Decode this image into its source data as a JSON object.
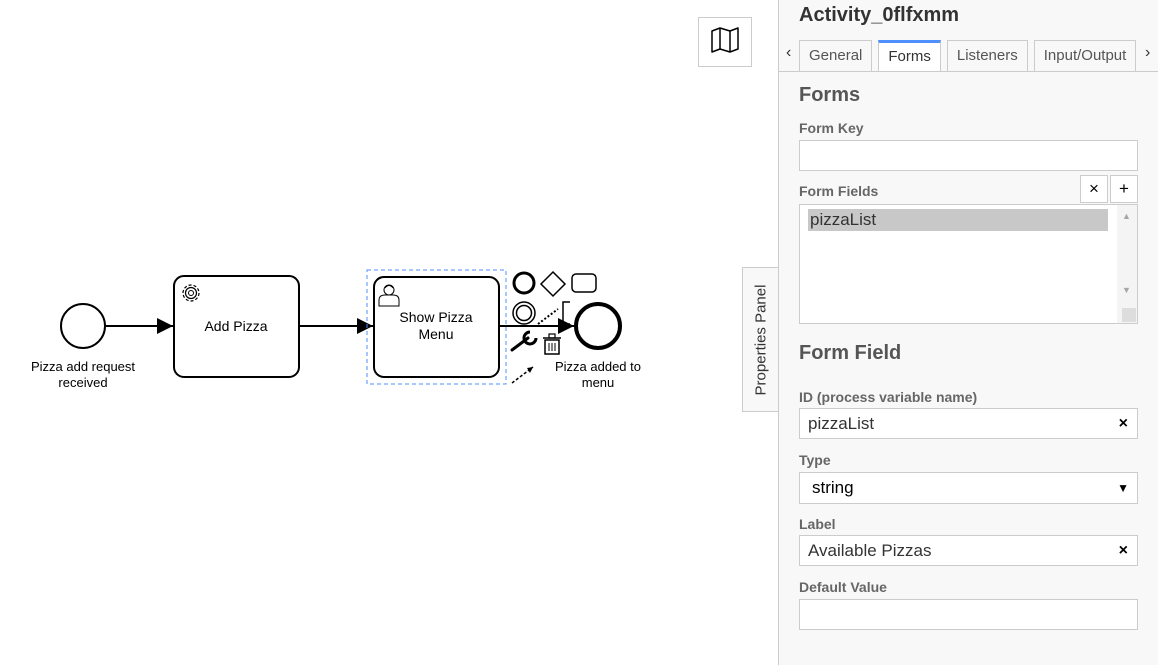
{
  "diagram": {
    "start_event_label_1": "Pizza add request",
    "start_event_label_2": "received",
    "task_service_label": "Add Pizza",
    "task_user_label_1": "Show Pizza",
    "task_user_label_2": "Menu",
    "end_event_label_1": "Pizza added to",
    "end_event_label_2": "menu"
  },
  "properties_toggle_label": "Properties Panel",
  "panel": {
    "title": "Activity_0flfxmm",
    "tab_prev": "‹",
    "tab_next": "›",
    "tabs": [
      {
        "label": "General"
      },
      {
        "label": "Forms"
      },
      {
        "label": "Listeners"
      },
      {
        "label": "Input/Output"
      }
    ],
    "active_tab": "Forms",
    "forms_title": "Forms",
    "form_key_label": "Form Key",
    "form_key_value": "",
    "form_fields_label": "Form Fields",
    "remove_button": "×",
    "add_button": "+",
    "form_fields": [
      "pizzaList"
    ],
    "scroll_up": "▲",
    "scroll_down": "▼",
    "form_field_title": "Form Field",
    "id_label": "ID (process variable name)",
    "id_value": "pizzaList",
    "type_label": "Type",
    "type_value": "string",
    "type_caret": "▼",
    "label_label": "Label",
    "label_value": "Available Pizzas",
    "default_value_label": "Default Value",
    "default_value": "",
    "clear": "×"
  },
  "colors": {
    "panel_bg": "#f8f8f8",
    "border": "#cccccc",
    "active_tab_accent": "#4d90fe",
    "selection_outline": "#4d90fe",
    "list_selected_bg": "#c8c8c8"
  },
  "icons": {
    "minimap": "map-icon",
    "service_task": "gear-icon",
    "user_task": "user-icon",
    "delete": "trash-icon",
    "wrench": "wrench-icon"
  }
}
